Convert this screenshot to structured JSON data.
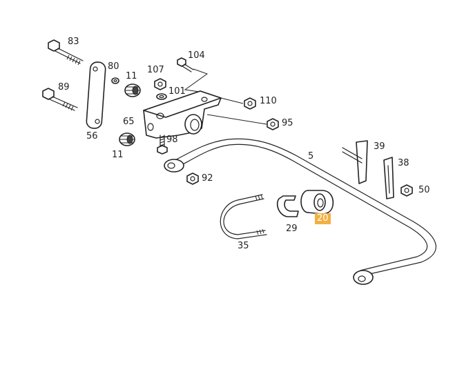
{
  "diagram": {
    "highlight_color": "#f2b042",
    "highlighted_label": "20",
    "labels": {
      "l83": "83",
      "l89": "89",
      "l80": "80",
      "l11a": "11",
      "l107": "107",
      "l104": "104",
      "l101": "101",
      "l110": "110",
      "l56": "56",
      "l65": "65",
      "l95": "95",
      "l98": "98",
      "l11b": "11",
      "l5": "5",
      "l39": "39",
      "l38": "38",
      "l92": "92",
      "l50": "50",
      "l20": "20",
      "l29": "29",
      "l35": "35"
    }
  }
}
